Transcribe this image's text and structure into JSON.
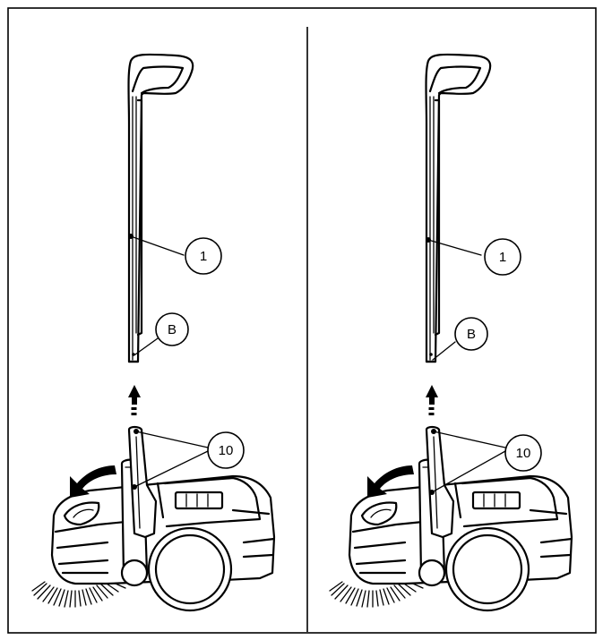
{
  "panels": [
    {
      "callouts": {
        "handle": "1",
        "hole": "B",
        "sockets": "10"
      }
    },
    {
      "callouts": {
        "handle": "1",
        "hole": "B",
        "sockets": "10"
      }
    }
  ],
  "colors": {
    "line": "#000000",
    "background": "#ffffff"
  }
}
